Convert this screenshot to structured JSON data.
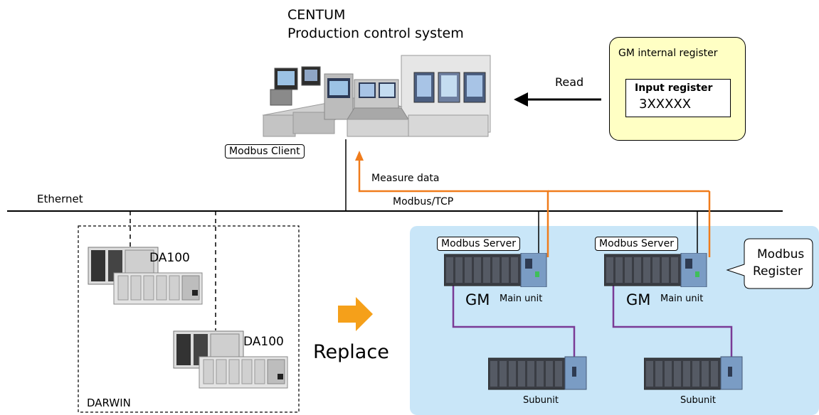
{
  "centum": {
    "line1": "CENTUM",
    "line2": "Production control system",
    "client_label": "Modbus Client"
  },
  "register_box": {
    "title": "GM internal register",
    "inner_title": "Input register",
    "inner_value": "3XXXXX"
  },
  "read_label": "Read",
  "measure_label": "Measure data",
  "ethernet_label": "Ethernet",
  "modbus_tcp_label": "Modbus/TCP",
  "darwin": {
    "unit1": "DA100",
    "unit2": "DA100",
    "group": "DARWIN"
  },
  "replace_label": "Replace",
  "gm_left": {
    "server_label": "Modbus Server",
    "gm": "GM",
    "main_unit": "Main unit",
    "subunit": "Subunit"
  },
  "gm_right": {
    "server_label": "Modbus Server",
    "gm": "GM",
    "main_unit": "Main unit",
    "subunit": "Subunit"
  },
  "callout": {
    "line1": "Modbus",
    "line2": "Register"
  },
  "colors": {
    "orange_line": "#f07c1c",
    "purple_line": "#7a3b96",
    "blue_panel": "#c9e6f8",
    "register_fill": "#ffffc4",
    "replace_arrow": "#f5a01a"
  }
}
